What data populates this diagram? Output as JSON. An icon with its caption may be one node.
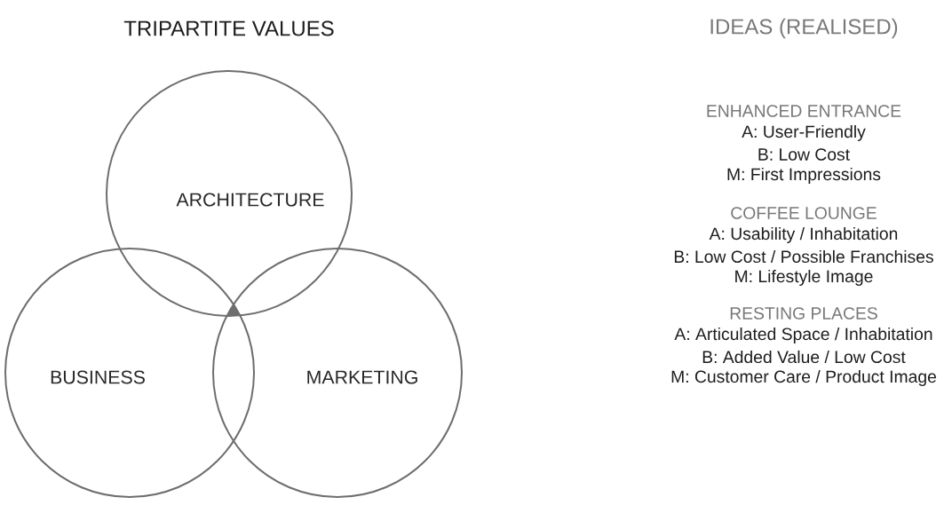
{
  "diagram": {
    "nodes": [
      {
        "text": [
          "ARCHITECTURE"
        ]
      },
      {
        "text": [
          "BUSINESS"
        ]
      },
      {
        "text": [
          "MARKETING"
        ]
      }
    ],
    "edges": [],
    "labels": [
      "TRIPARTITE VALUES",
      "IDEAS (REALISED)",
      "ENHANCED ENTRANCE",
      "A: User-Friendly",
      "B: Low Cost",
      "M: First Impressions",
      "COFFEE LOUNGE",
      "A: Usability / Inhabitation",
      "B: Low Cost / Possible Franchises",
      "M: Lifestyle Image",
      "RESTING PLACES",
      "A: Articulated Space / Inhabitation",
      "B: Added Value / Low Cost",
      "M: Customer Care / Product Image"
    ]
  }
}
